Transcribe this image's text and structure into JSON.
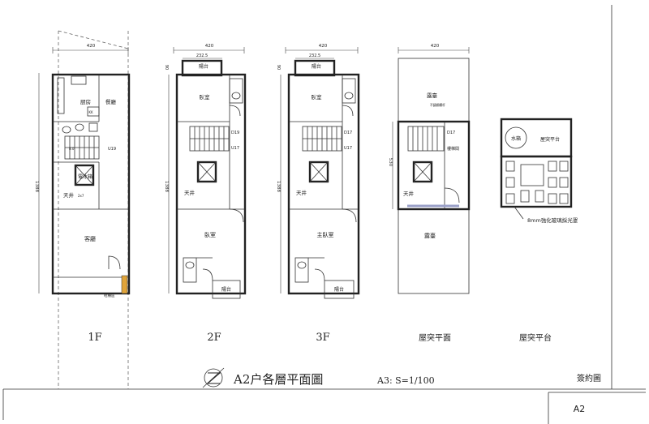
{
  "sheet": {
    "title": "A2户各層平面圖",
    "scale": "A3: S=1/100",
    "stamp": "簽約圖",
    "sheet_no": "A2"
  },
  "floors": [
    {
      "id": "1F",
      "label": "1F",
      "dims": {
        "width": "420",
        "depth": "1388"
      },
      "rooms": {
        "kitchen": "厨房",
        "dining": "餐廳",
        "fridge": "電冰箱",
        "stair": "U19",
        "stair_note": "8.0",
        "elevator": "電梯",
        "light_well": "天井",
        "light_well_size": "2x7",
        "living": "客廳",
        "shoe": "鞋櫃區"
      }
    },
    {
      "id": "2F",
      "label": "2F",
      "dims": {
        "width": "420",
        "bay": "232.5",
        "top": "90",
        "depth": "1388"
      },
      "rooms": {
        "balcony_top": "陽台",
        "bedroom_top": "臥室",
        "stair_down": "D19",
        "stair_up": "U17",
        "light_well": "天井",
        "bedroom": "臥室",
        "balcony_bottom": "陽台"
      }
    },
    {
      "id": "3F",
      "label": "3F",
      "dims": {
        "width": "420",
        "bay": "232.5",
        "top": "90",
        "depth": "1388"
      },
      "rooms": {
        "balcony_top": "陽台",
        "bedroom_top": "臥室",
        "stair_down": "D17",
        "stair_up": "U17",
        "light_well": "天井",
        "master": "主臥室",
        "balcony_bottom": "陽台"
      }
    },
    {
      "id": "roof",
      "label": "屋突平面",
      "dims": {
        "width": "420",
        "depth": "530"
      },
      "rooms": {
        "terrace_top": "露臺",
        "note": "不鏽鋼欄杆",
        "stair_down": "D17",
        "stair_room": "樓梯間",
        "light_well": "天井",
        "terrace_bottom": "露臺"
      }
    },
    {
      "id": "roof_platform",
      "label": "屋突平台",
      "rooms": {
        "tank": "水箱",
        "platform": "屋突平台",
        "note": "8mm強化玻璃採光罩"
      }
    }
  ]
}
